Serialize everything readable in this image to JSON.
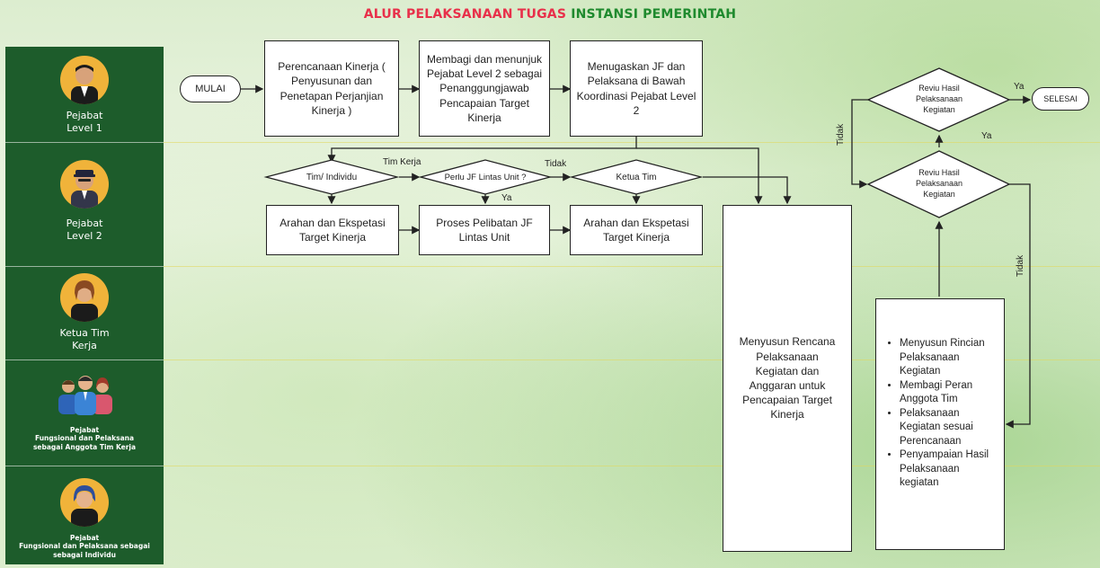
{
  "title": {
    "part1": "ALUR PELAKSANAAN TUGAS",
    "part2": "INSTANSI PEMERINTAH"
  },
  "roles": [
    {
      "line1": "Pejabat",
      "line2": "Level 1",
      "icon": "official-man-icon"
    },
    {
      "line1": "Pejabat",
      "line2": "Level 2",
      "icon": "official-cap-man-icon"
    },
    {
      "line1": "Ketua Tim",
      "line2": "Kerja",
      "icon": "team-leader-woman-icon"
    },
    {
      "line1": "Pejabat",
      "line2": "Fungsional dan Pelaksana",
      "line3": "sebagai Anggota Tim Kerja",
      "icon": "team-members-icon"
    },
    {
      "line1": "Pejabat",
      "line2": "Fungsional dan Pelaksana sebagai",
      "line3": "sebagai Individu",
      "icon": "individual-woman-icon"
    }
  ],
  "nodes": {
    "mulai": "MULAI",
    "perencanaan": "Perencanaan Kinerja ( Penyusunan dan Penetapan Perjanjian Kinerja )",
    "membagi": "Membagi dan menunjuk Pejabat Level 2 sebagai Penanggungjawab Pencapaian Target Kinerja",
    "menugaskan": "Menugaskan JF dan Pelaksana di Bawah Koordinasi Pejabat Level 2",
    "tim_individu": "Tim/ Individu",
    "perlu_jf": "Perlu JF Lintas Unit ?",
    "ketua_tim": "Ketua Tim",
    "arahan1": "Arahan dan Ekspetasi Target Kinerja",
    "proses": "Proses Pelibatan JF Lintas Unit",
    "arahan2": "Arahan dan Ekspetasi Target Kinerja",
    "menyusun_rencana": "Menyusun Rencana Pelaksanaan Kegiatan dan Anggaran untuk Pencapaian Target Kinerja",
    "reviu_atas": "Reviu Hasil Pelaksanaan Kegiatan",
    "reviu_bawah": "Reviu Hasil Pelaksanaan Kegiatan",
    "selesai": "SELESAI",
    "rincian_items": [
      "Menyusun Rincian Pelaksanaan Kegiatan",
      "Membagi Peran Anggota Tim",
      "Pelaksanaan Kegiatan sesuai Perencanaan",
      "Penyampaian Hasil Pelaksanaan kegiatan"
    ]
  },
  "edge_labels": {
    "tim_kerja": "Tim Kerja",
    "tidak_perlu": "Tidak",
    "ya_perlu": "Ya",
    "ya_selesai": "Ya",
    "ya_reviu": "Ya",
    "tidak_atas": "Tidak",
    "tidak_bawah": "Tidak"
  }
}
